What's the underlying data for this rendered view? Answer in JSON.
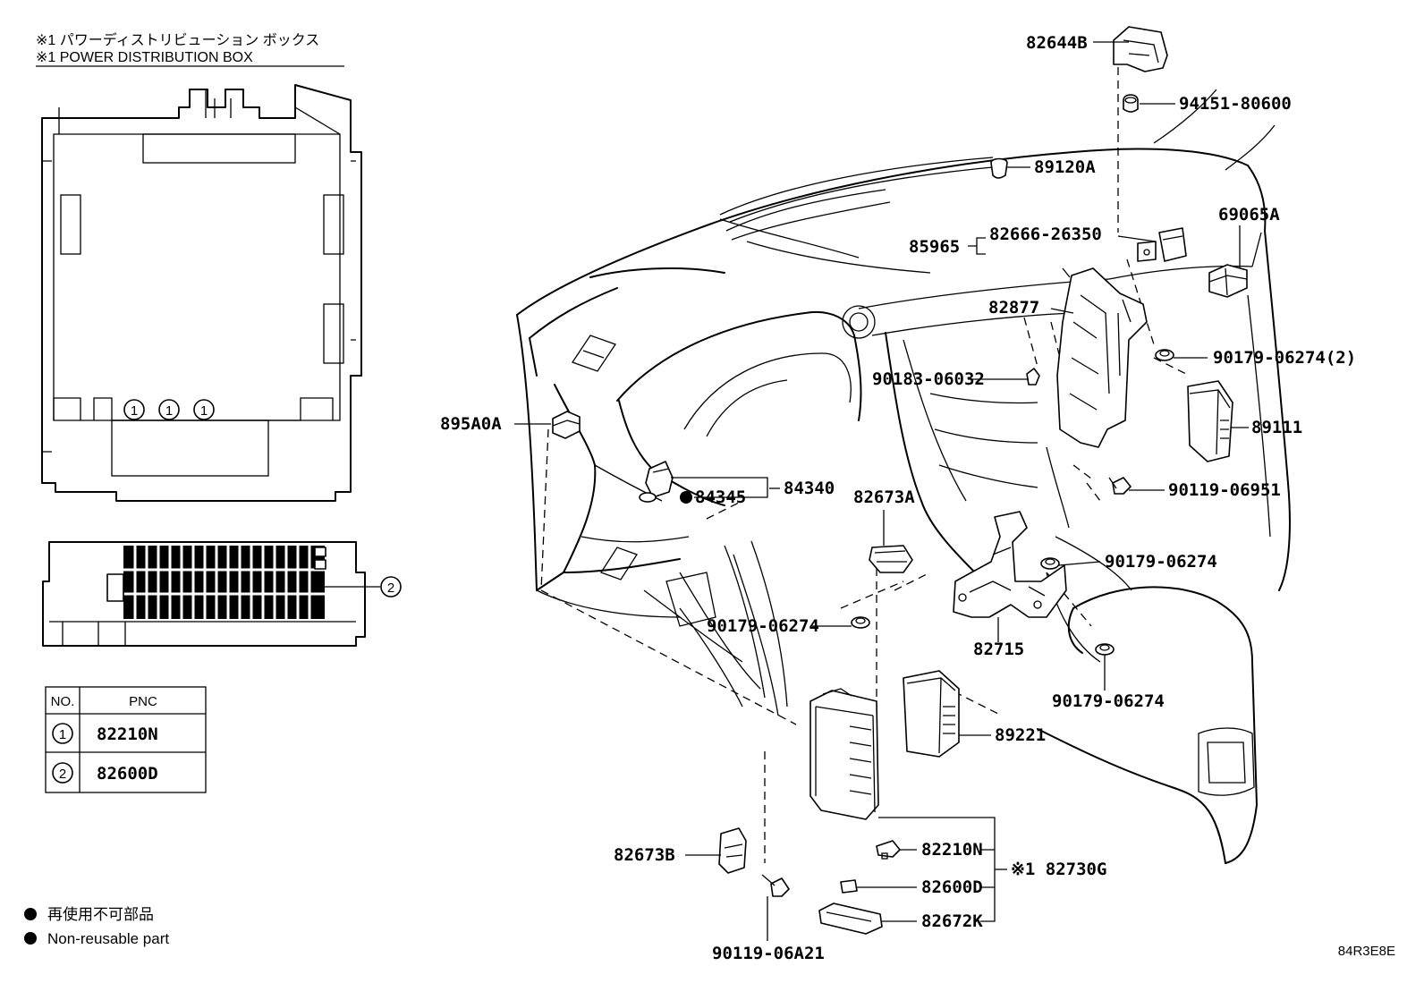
{
  "header": {
    "line1": "※1  パワーディストリビューション ボックス",
    "line2": "※1  POWER DISTRIBUTION BOX"
  },
  "box_callouts": {
    "c1": "1",
    "c2": "2"
  },
  "pnc_table": {
    "col_no": "NO.",
    "col_pnc": "PNC",
    "rows": [
      {
        "no": "1",
        "pnc": "82210N"
      },
      {
        "no": "2",
        "pnc": "82600D"
      }
    ]
  },
  "legend": {
    "jp": "再使用不可部品",
    "en": "Non-reusable part"
  },
  "drawing_code": "84R3E8E",
  "parts": {
    "p82644B": "82644B",
    "p94151": "94151-80600",
    "p89120A": "89120A",
    "p69065A": "69065A",
    "p85965": "85965",
    "p82666": "82666-26350",
    "p82877": "82877",
    "p90179_2": "90179-06274(2)",
    "p90183": "90183-06032",
    "p895A0A": "895A0A",
    "p89111": "89111",
    "p84340": "84340",
    "p84345": "84345",
    "p90119_06951": "90119-06951",
    "p82673A": "82673A",
    "p90179_a": "90179-06274",
    "p90179_b": "90179-06274",
    "p82715": "82715",
    "p90179_c": "90179-06274",
    "p89221": "89221",
    "p82673B": "82673B",
    "p82210N": "82210N",
    "p82600D": "82600D",
    "p82672K": "82672K",
    "p82730G": "※1 82730G",
    "p90119_06A21": "90119-06A21"
  }
}
